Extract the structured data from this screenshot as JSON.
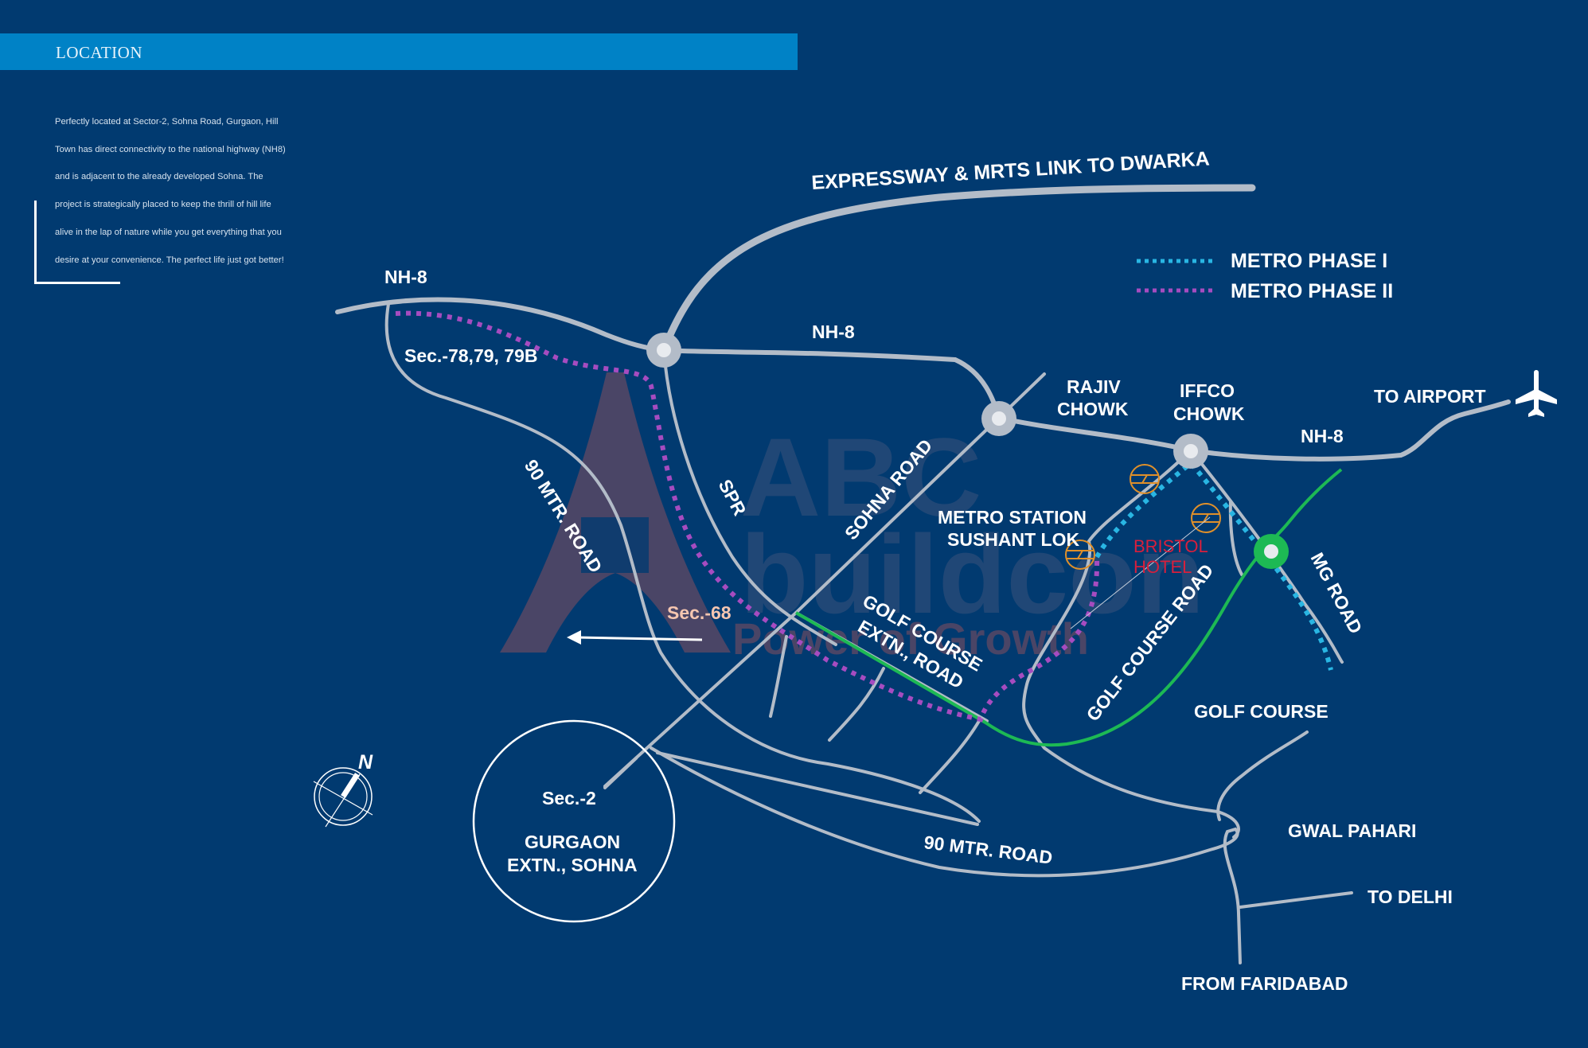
{
  "header": {
    "title": "LOCATION"
  },
  "description": [
    "Perfectly located at Sector-2,  Sohna Road, Gurgaon, Hill",
    "Town has direct connectivity to the national highway (NH8)",
    "and is adjacent to the already developed Sohna. The",
    "project is strategically placed to keep the thrill of  hill life",
    "alive in the lap of nature  while you get everything that you",
    "desire at your convenience. The perfect life just got better!"
  ],
  "legend": {
    "metro_phase_1": {
      "label": "METRO PHASE I",
      "color": "#29b6e3"
    },
    "metro_phase_2": {
      "label": "METRO PHASE II",
      "color": "#a64cc0"
    }
  },
  "colors": {
    "background": "#013a70",
    "header_bar": "#0082c6",
    "road": "#b3bcc8",
    "green_route": "#1db954",
    "hotel_text": "#d81f3c",
    "station_icon": "#e0902a"
  },
  "labels": {
    "expressway": "EXPRESSWAY & MRTS LINK TO DWARKA",
    "nh8_left": "NH-8",
    "nh8_mid": "NH-8",
    "nh8_right": "NH-8",
    "sectors_78": "Sec.-78,79, 79B",
    "rajiv_chowk": [
      "RAJIV",
      "CHOWK"
    ],
    "iffco_chowk": [
      "IFFCO",
      "CHOWK"
    ],
    "to_airport": "TO AIRPORT",
    "ninety_mtr_left": "90 MTR. ROAD",
    "spr": "SPR",
    "sohna_road": "SOHNA ROAD",
    "metro_station": [
      "METRO STATION",
      "SUSHANT LOK"
    ],
    "bristol_hotel": [
      "BRISTOL",
      "HOTEL"
    ],
    "mg_road": "MG ROAD",
    "sec_68": "Sec.-68",
    "golf_course_extn": [
      "GOLF COURSE",
      "EXTN., ROAD"
    ],
    "golf_course_road": "GOLF COURSE ROAD",
    "golf_course": "GOLF COURSE",
    "gwal_pahari": "GWAL PAHARI",
    "to_delhi": "TO DELHI",
    "from_faridabad": "FROM FARIDABAD",
    "ninety_mtr_bottom": "90 MTR. ROAD",
    "site": {
      "sector": "Sec.-2",
      "name": [
        "GURGAON",
        "EXTN., SOHNA"
      ]
    },
    "compass_north": "N"
  },
  "watermark": {
    "line1": "ABC",
    "line2": "buildcon",
    "line3": "Power of Growth"
  }
}
